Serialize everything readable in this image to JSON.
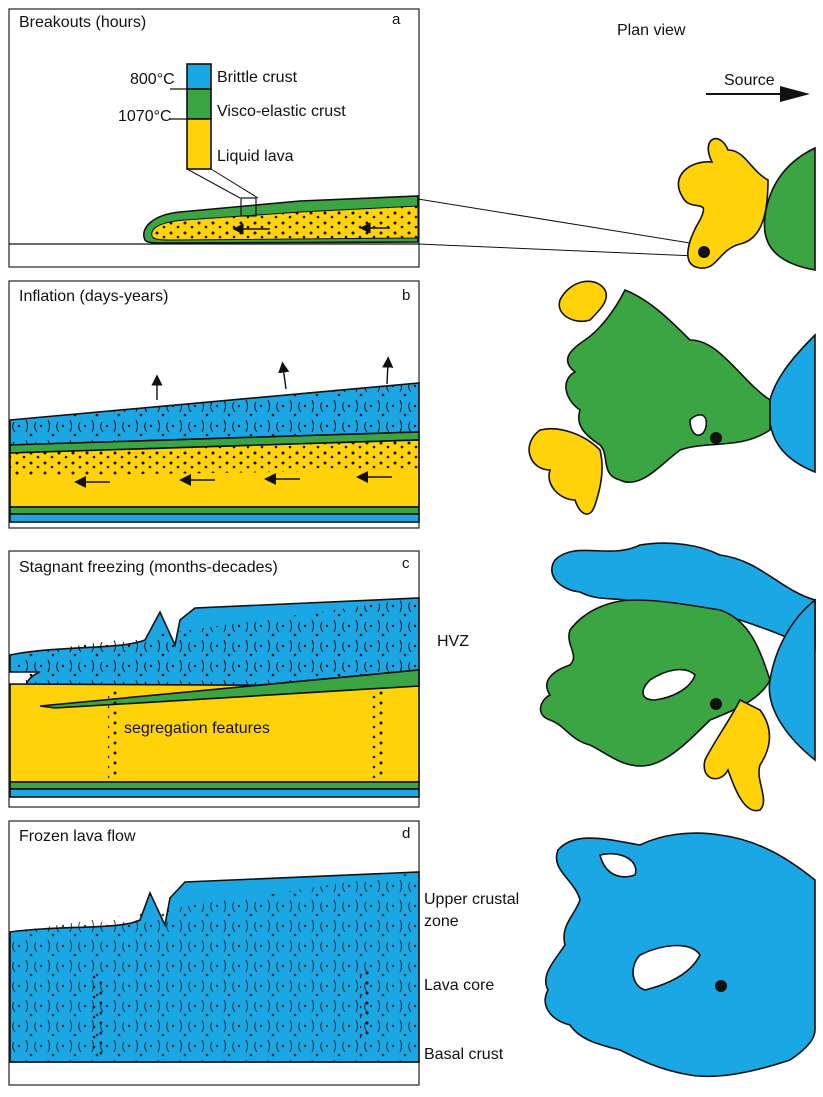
{
  "header": {
    "plan_view": "Plan view",
    "source": "Source"
  },
  "colors": {
    "brittle": "#1aa7e4",
    "visco": "#3aa542",
    "liquid": "#ffd20a",
    "outline": "#111111"
  },
  "panels": [
    {
      "letter": "a",
      "title": "Breakouts (hours)"
    },
    {
      "letter": "b",
      "title": "Inflation (days-years)"
    },
    {
      "letter": "c",
      "title": "Stagnant freezing (months-decades)"
    },
    {
      "letter": "d",
      "title": "Frozen lava flow"
    }
  ],
  "legend": {
    "temp_upper": "800°C",
    "temp_lower": "1070°C",
    "brittle": "Brittle crust",
    "visco": "Visco-elastic crust",
    "liquid": "Liquid lava"
  },
  "labels": {
    "hvz": "HVZ",
    "segregation": "segregation features",
    "upper_crustal_1": "Upper crustal",
    "upper_crustal_2": "zone",
    "lava_core": "Lava core",
    "basal_crust": "Basal crust"
  }
}
